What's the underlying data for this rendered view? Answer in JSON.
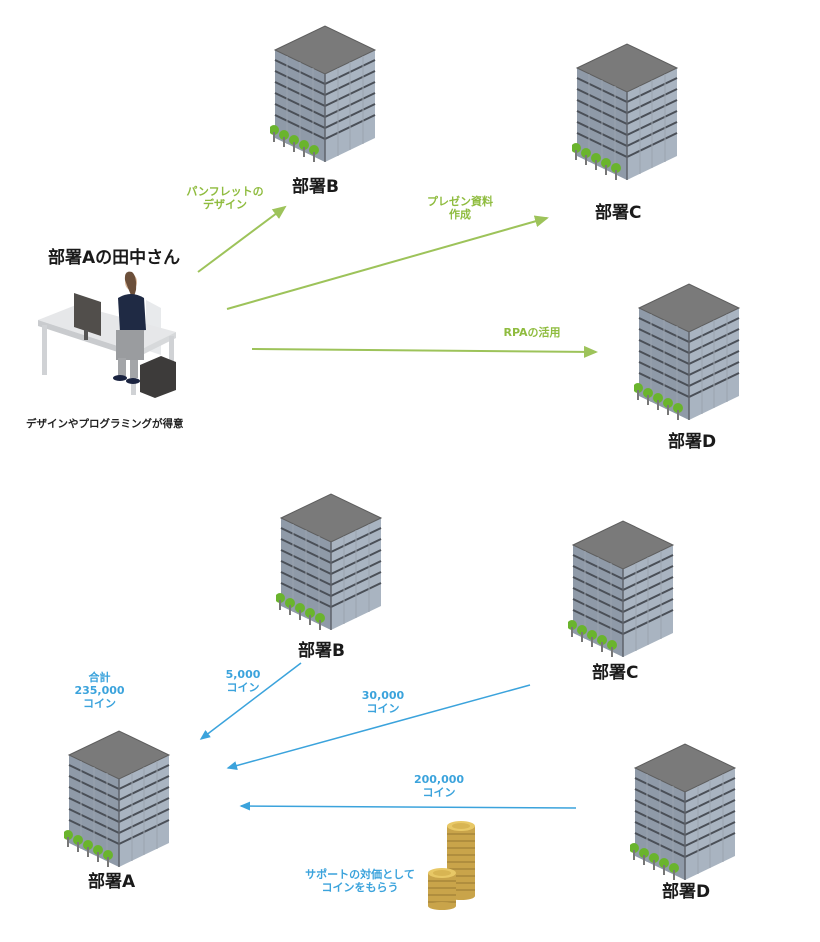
{
  "top_section": {
    "person": {
      "title": "部署Aの田中さん",
      "caption": "デザインやプログラミングが得意"
    },
    "departments": [
      {
        "id": "B",
        "label": "部署B"
      },
      {
        "id": "C",
        "label": "部署C"
      },
      {
        "id": "D",
        "label": "部署D"
      }
    ],
    "tasks": [
      {
        "to": "B",
        "label_line1": "パンフレットの",
        "label_line2": "デザイン"
      },
      {
        "to": "C",
        "label_line1": "プレゼン資料",
        "label_line2": "作成"
      },
      {
        "to": "D",
        "label_line1": "RPAの活用",
        "label_line2": ""
      }
    ],
    "arrow_color": "#9dc35a"
  },
  "bottom_section": {
    "receiver": {
      "id": "A",
      "label": "部署A"
    },
    "total": {
      "line1": "合計",
      "line2": "235,000",
      "line3": "コイン"
    },
    "departments": [
      {
        "id": "B",
        "label": "部署B"
      },
      {
        "id": "C",
        "label": "部署C"
      },
      {
        "id": "D",
        "label": "部署D"
      }
    ],
    "payments": [
      {
        "from": "B",
        "amount": "5,000",
        "unit": "コイン"
      },
      {
        "from": "C",
        "amount": "30,000",
        "unit": "コイン"
      },
      {
        "from": "D",
        "amount": "200,000",
        "unit": "コイン"
      }
    ],
    "coin_caption": {
      "line1": "サポートの対価として",
      "line2": "コインをもらう"
    },
    "arrow_color": "#3ba3dc"
  }
}
